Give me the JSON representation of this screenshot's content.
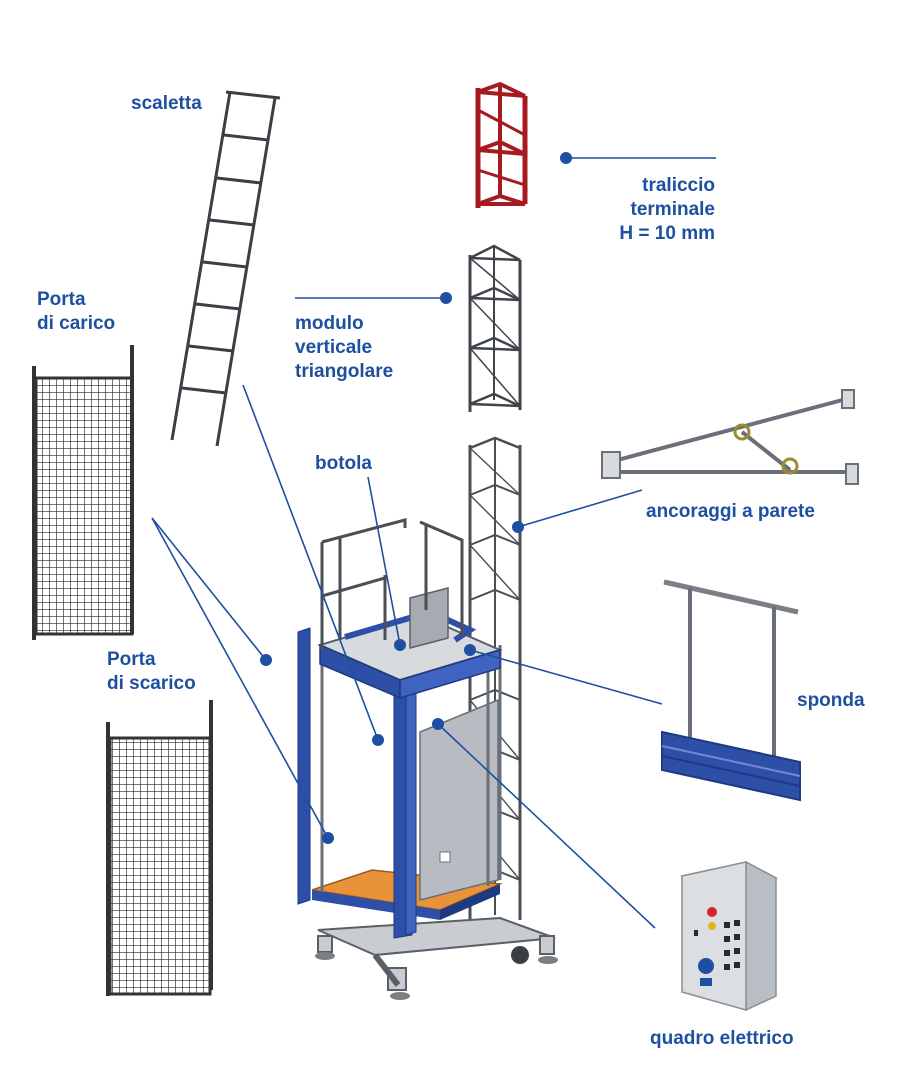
{
  "colors": {
    "label": "#1f4fa0",
    "leader": "#1f4fa0",
    "structure_blue": "#2d4fa8",
    "terminal_red": "#c8202a",
    "floor_orange": "#e8923a",
    "steel": "#555b63",
    "mesh": "#2a2a2a",
    "panel": "#b8bcc2"
  },
  "labels": {
    "scaletta": "scaletta",
    "traliccio": [
      "traliccio",
      "terminale",
      "H = 10 mm"
    ],
    "modulo": [
      "modulo",
      "verticale",
      "triangolare"
    ],
    "porta_carico": [
      "Porta",
      "di carico"
    ],
    "botola": "botola",
    "ancoraggi": "ancoraggi a parete",
    "porta_scarico": [
      "Porta",
      "di scarico"
    ],
    "sponda": "sponda",
    "quadro": "quadro elettrico"
  },
  "icons": {
    "ladder": "ladder-icon",
    "terminal_truss": "red-truss-icon",
    "vertical_module": "truss-module-icon",
    "wall_anchor": "wall-anchor-icon",
    "loading_door": "mesh-gate-icon",
    "unloading_door": "mesh-gate-icon",
    "side_rail": "rail-icon",
    "control_panel": "control-box-icon",
    "hoist": "mast-hoist-icon"
  }
}
